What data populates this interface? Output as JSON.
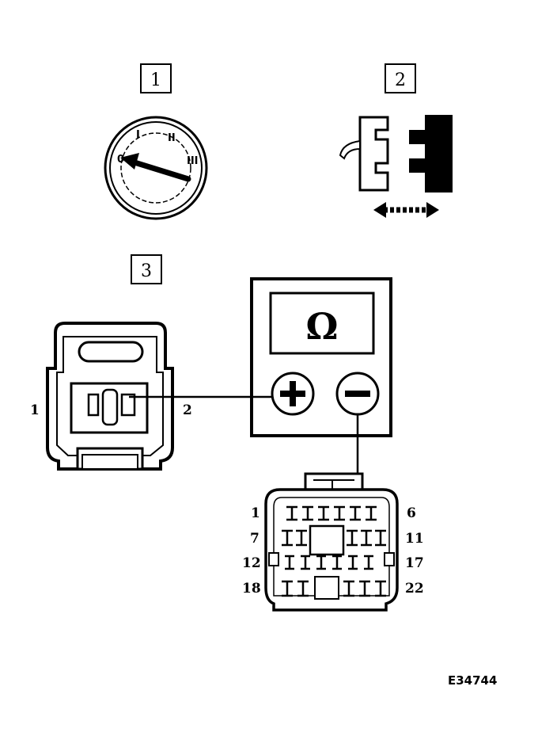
{
  "steps": {
    "one": "1",
    "two": "2",
    "three": "3"
  },
  "ignition_positions": [
    "0",
    "I",
    "II",
    "III"
  ],
  "meter": {
    "symbol": "Ω",
    "positive": "+",
    "negative": "−"
  },
  "sensor_connector": {
    "pin_left": "1",
    "pin_right": "2"
  },
  "module_connector": {
    "row1": {
      "left": "1",
      "right": "6"
    },
    "row2": {
      "left": "7",
      "right": "11"
    },
    "row3": {
      "left": "12",
      "right": "17"
    },
    "row4": {
      "left": "18",
      "right": "22"
    }
  },
  "reference_code": "E34744"
}
